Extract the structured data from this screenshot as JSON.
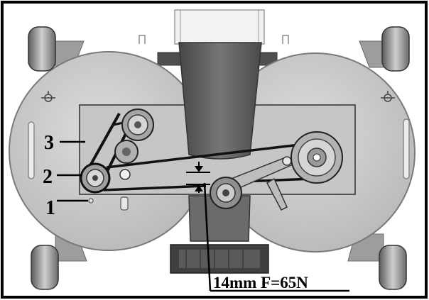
{
  "callouts": [
    {
      "id": "1",
      "text": "1"
    },
    {
      "id": "2",
      "text": "2"
    },
    {
      "id": "3",
      "text": "3"
    }
  ],
  "measurement": {
    "text": "14mm F=65N"
  },
  "colors": {
    "frame": "#000000",
    "deck": "#cfcfcf",
    "deck_edge": "#7a7a7a",
    "chute": "#5d5d5d",
    "wheel": "#8a8a8a",
    "belt": "#111111"
  }
}
